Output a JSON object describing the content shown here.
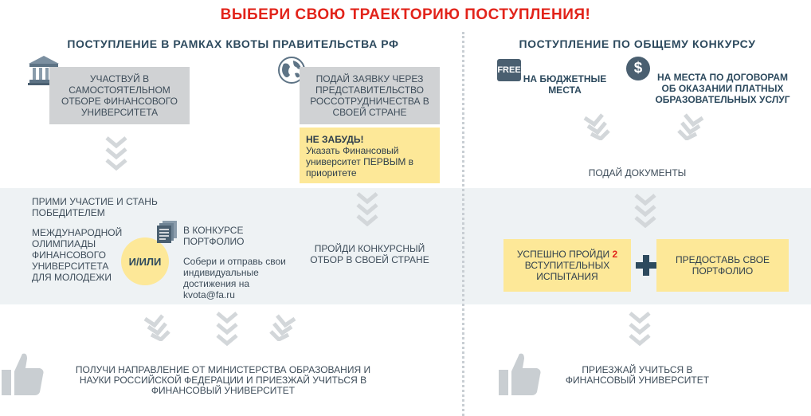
{
  "title": "ВЫБЕРИ СВОЮ ТРАЕКТОРИЮ ПОСТУПЛЕНИЯ!",
  "left": {
    "header": "ПОСТУПЛЕНИЕ В РАМКАХ КВОТЫ ПРАВИТЕЛЬСТВА РФ",
    "step1": "УЧАСТВУЙ В САМОСТОЯТЕЛЬНОМ ОТБОРЕ ФИНАНСОВОГО УНИВЕРСИТЕТА",
    "step2": "ПОДАЙ ЗАЯВКУ ЧЕРЕЗ ПРЕДСТАВИТЕЛЬСТВО РОССОТРУДНИЧЕСТВА В СВОЕЙ СТРАНЕ",
    "reminder_title": "НЕ ЗАБУДЬ!",
    "reminder_text": "Указать Финансовый университет ПЕРВЫМ в приоритете",
    "winner": "ПРИМИ УЧАСТИЕ И СТАНЬ ПОБЕДИТЕЛЕМ",
    "olympiad": "МЕЖДУНАРОДНОЙ ОЛИМПИАДЫ ФИНАНСОВОГО УНИВЕРСИТЕТА ДЛЯ МОЛОДЕЖИ",
    "or": "И/ИЛИ",
    "portfolio_contest": "В КОНКУРСЕ ПОРТФОЛИО",
    "portfolio_text": "Собери и отправь свои индивидуальные достижения на kvota@fa.ru",
    "country_selection": "ПРОЙДИ КОНКУРСНЫЙ ОТБОР В СВОЕЙ СТРАНЕ",
    "final": "ПОЛУЧИ НАПРАВЛЕНИЕ ОТ МИНИСТЕРСТВА ОБРАЗОВАНИЯ И НАУКИ РОССИЙСКОЙ ФЕДЕРАЦИИ И ПРИЕЗЖАЙ УЧИТЬСЯ В ФИНАНСОВЫЙ УНИВЕРСИТЕТ"
  },
  "right": {
    "header": "ПОСТУПЛЕНИЕ ПО ОБЩЕМУ КОНКУРСУ",
    "free_badge": "FREE",
    "budget": "НА БЮДЖЕТНЫЕ МЕСТА",
    "dollar": "$",
    "paid": "НА МЕСТА ПО ДОГОВОРАМ ОБ ОКАЗАНИИ ПЛАТНЫХ ОБРАЗОВАТЕЛЬНЫХ УСЛУГ",
    "documents": "ПОДАЙ ДОКУМЕНТЫ",
    "exams_pre": "УСПЕШНО ПРОЙДИ",
    "exams_num": "2",
    "exams_post": "ВСТУПИТЕЛЬНЫХ ИСПЫТАНИЯ",
    "portfolio": "ПРЕДОСТАВЬ СВОЕ ПОРТФОЛИО",
    "final": "ПРИЕЗЖАЙ УЧИТЬСЯ В ФИНАНСОВЫЙ УНИВЕРСИТЕТ"
  },
  "colors": {
    "accent": "#e2231a",
    "navy": "#2d4a5e",
    "yellow": "#fde898",
    "gray_box": "#d0d2d4",
    "band": "#eef2f4",
    "chevron": "#d3d7da"
  }
}
